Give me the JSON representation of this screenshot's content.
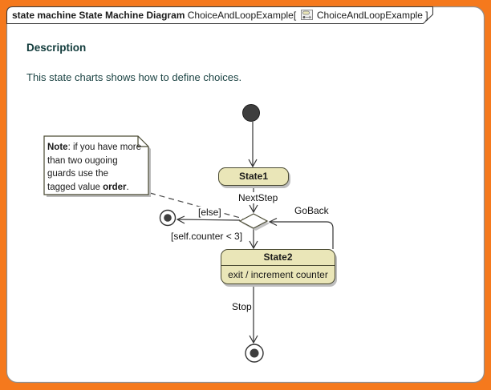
{
  "frame": {
    "title_bold": "state machine State Machine Diagram",
    "title_mid": " ChoiceAndLoopExample[",
    "title_end": " ChoiceAndLoopExample ]",
    "icon": "state-machine-diagram-icon"
  },
  "description": {
    "heading": "Description",
    "body": "This state charts shows how to define choices."
  },
  "note": {
    "line1_bold": "Note",
    "line1_rest": ": if you have more",
    "line2": "than two ougoing",
    "line3": "guards use the",
    "line4_pre": "tagged value ",
    "line4_bold": "order",
    "line4_post": "."
  },
  "states": {
    "initial": "initial-pseudostate",
    "state1": {
      "name": "State1"
    },
    "state2": {
      "name": "State2",
      "internal_activity": "exit / increment counter"
    },
    "choice": "choice-pseudostate",
    "final_left": "final-state",
    "final_bottom": "final-state"
  },
  "transitions": {
    "next_step": "NextStep",
    "else_guard": "[else]",
    "go_back": "GoBack",
    "counter_guard": "[self.counter < 3]",
    "stop": "Stop"
  },
  "colors": {
    "page_border": "#F5791D",
    "canvas": "#FFFFFF",
    "state_fill": "#EAE6B8",
    "state_border": "#4A4A33",
    "heading_text": "#123C3C",
    "line": "#333333",
    "shadow": "#BDBDBD"
  }
}
